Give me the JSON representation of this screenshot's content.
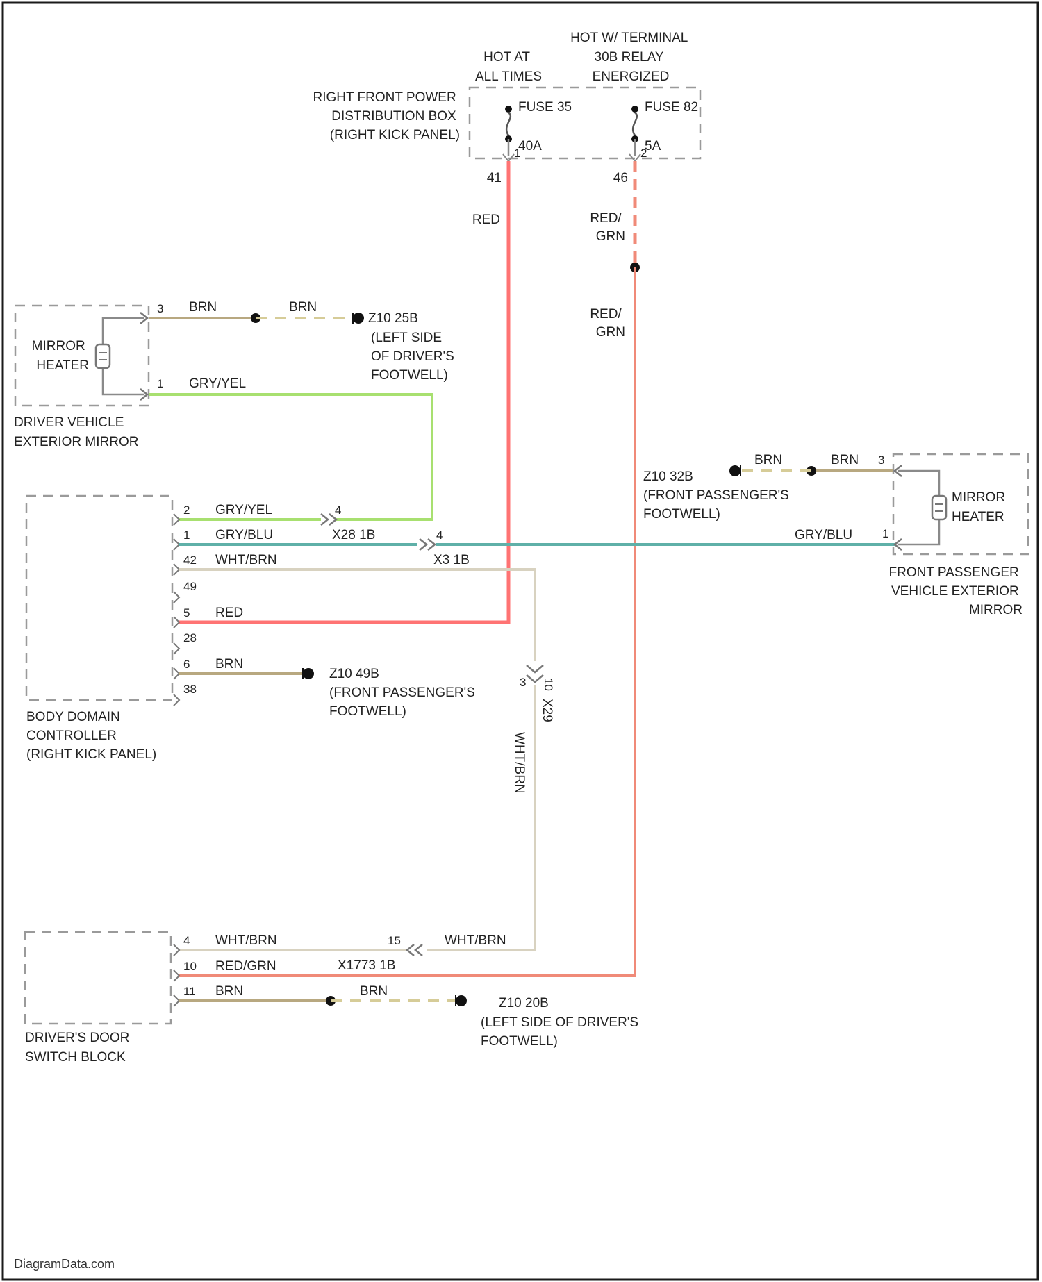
{
  "colors": {
    "red": "#ff7373",
    "green": "#a8e070",
    "teal": "#5fb0a8",
    "brown": "#b8a880",
    "white_brn": "#d8d2c0",
    "red_grn": "#f08a78",
    "dash": "#d6cc98"
  },
  "supply": {
    "hot_at_all_times": [
      "HOT AT",
      "ALL TIMES"
    ],
    "hot_w_terminal": [
      "HOT W/ TERMINAL",
      "30B RELAY",
      "ENERGIZED"
    ],
    "pdb_name": [
      "RIGHT FRONT POWER",
      "DISTRIBUTION BOX",
      "(RIGHT KICK PANEL)"
    ],
    "fuse_left": "FUSE 35",
    "fuse_left_amp": "40A",
    "fuse_left_pin": "41",
    "fuse_right": "FUSE 82",
    "fuse_right_amp": "5A",
    "fuse_right_pin": "46",
    "pin_left_num": "1",
    "pin_right_num": "2"
  },
  "wires": {
    "red": "RED",
    "red_grn_1": [
      "RED/",
      "GRN"
    ],
    "red_grn_2": [
      "RED/",
      "GRN"
    ],
    "brn": "BRN",
    "gry_yel": "GRY/YEL",
    "gry_blu": "GRY/BLU",
    "wht_brn": "WHT/BRN",
    "red_grn": "RED/GRN",
    "wht_brn_vertical": "WHT/BRN"
  },
  "driver_mirror": {
    "heater_label": [
      "MIRROR",
      "HEATER"
    ],
    "name": [
      "DRIVER VEHICLE",
      "EXTERIOR MIRROR"
    ],
    "pin_top": "3",
    "pin_bottom": "1",
    "ground": [
      "Z10 25B",
      "(LEFT SIDE",
      "OF DRIVER'S",
      "FOOTWELL)"
    ]
  },
  "passenger_mirror": {
    "heater_label": [
      "MIRROR",
      "HEATER"
    ],
    "name": [
      "FRONT PASSENGER",
      "VEHICLE EXTERIOR",
      "MIRROR"
    ],
    "pin_top": "3",
    "pin_bottom": "1",
    "ground": [
      "Z10 32B",
      "(FRONT PASSENGER'S",
      "FOOTWELL)"
    ]
  },
  "bdc": {
    "name": [
      "BODY DOMAIN",
      "CONTROLLER",
      "(RIGHT KICK PANEL)"
    ],
    "pins": [
      "2",
      "1",
      "42",
      "49",
      "5",
      "28",
      "6",
      "38"
    ],
    "connector_x28": "X28 1B",
    "connector_x3": "X3 1B",
    "pin_x28": "4",
    "pin_x3": "4",
    "ground": [
      "Z10 49B",
      "(FRONT PASSENGER'S",
      "FOOTWELL)"
    ]
  },
  "vertical_connector": {
    "label": "X29",
    "pin_top": "3",
    "pin_bottom": "10"
  },
  "switch_block": {
    "name": [
      "DRIVER'S DOOR",
      "SWITCH BLOCK"
    ],
    "pins": [
      "4",
      "10",
      "11"
    ],
    "connector": "X1773 1B",
    "connector_pin": "15",
    "ground": [
      "Z10 20B",
      "(LEFT SIDE OF DRIVER'S",
      "FOOTWELL)"
    ]
  },
  "watermark": "DiagramData.com"
}
